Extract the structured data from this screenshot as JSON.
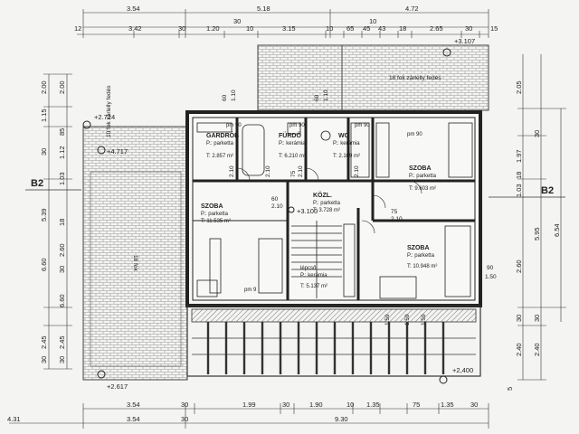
{
  "dims_top1": [
    "3.54",
    "5.18",
    "4.72"
  ],
  "dims_top2": [
    "30",
    "10"
  ],
  "dims_top3": [
    "12",
    "3.42",
    "30",
    "1.20",
    "10",
    "3.15",
    "10",
    "65",
    "45",
    "43",
    "18",
    "2.65",
    "30",
    "15"
  ],
  "dims_bottom1": [
    "3.54",
    "30",
    "1.99",
    "30",
    "1.90",
    "10",
    "1.35",
    "75",
    "1.35",
    "30"
  ],
  "dims_bottom2": [
    "4.31",
    "3.54",
    "30",
    "9.30"
  ],
  "dims_left_outer": [
    "2.00",
    "1.15",
    "30",
    "5.39",
    "6.60",
    "2.45",
    "30"
  ],
  "dims_left_inner": [
    "2.00",
    "85",
    "1.12",
    "1.03",
    "18",
    "2.60",
    "30",
    "6.60",
    "2.45",
    "30"
  ],
  "dims_right_outer": [
    "2.05",
    "30",
    "5.95",
    "6.54",
    "30",
    "2.40"
  ],
  "dims_right_inner": [
    "1.97",
    "18",
    "1.03",
    "2.60",
    "30",
    "2.40",
    "5"
  ],
  "levels": {
    "roof_right": "+3.107",
    "top_left_1": "+2.724",
    "top_left_2": "+4.717",
    "corridor": "+3.100",
    "bottom_left": "+2.617",
    "bottom_right": "+2,400"
  },
  "section_marks": [
    "B2",
    "B2"
  ],
  "notes": {
    "roof_slope": "18 fok\nzárlelly fedés",
    "terrace_slope": "10 fok\nzárlelly fedés",
    "left_roof_slope": "18 fok"
  },
  "rooms": [
    {
      "id": "gardrob",
      "name": "GARDRÓB",
      "floor": "P.: parketta",
      "area": "T: 2.857 m²",
      "extra": "pm 90"
    },
    {
      "id": "furdo",
      "name": "FÜRDŐ",
      "floor": "P.: kerámia",
      "area": "T: 6.210 m²",
      "extra": "pm 90"
    },
    {
      "id": "wc",
      "name": "WC",
      "floor": "P.: kerámia",
      "area": "T: 2.109 m²",
      "extra": "pm 90"
    },
    {
      "id": "szoba1",
      "name": "SZOBA",
      "floor": "P.: parketta",
      "area": "T: 9.603 m²",
      "extra": "pm 90"
    },
    {
      "id": "szoba2",
      "name": "SZOBA",
      "floor": "P.: parketta",
      "area": "T: 11.535 m²",
      "extra": "pm 9"
    },
    {
      "id": "kozl",
      "name": "KÖZL.",
      "floor": "P.: parketta",
      "area": "T: 3.728 m²",
      "extra": ""
    },
    {
      "id": "lepcso",
      "name": "lépcső",
      "floor": "P.: kerámia",
      "area": "T: 5.137 m²",
      "extra": ""
    },
    {
      "id": "szoba3",
      "name": "SZOBA",
      "floor": "P.: parketta",
      "area": "T: 10.948 m²",
      "extra": ""
    }
  ],
  "misc_labels": [
    "60",
    "1.10",
    "60",
    "1.10",
    "2.10",
    "2.10",
    "2.10",
    "60",
    "2.10",
    "75",
    "2.10",
    "75",
    "2.10",
    "90",
    "1.50",
    "1.59",
    "1.59",
    "1.59"
  ]
}
